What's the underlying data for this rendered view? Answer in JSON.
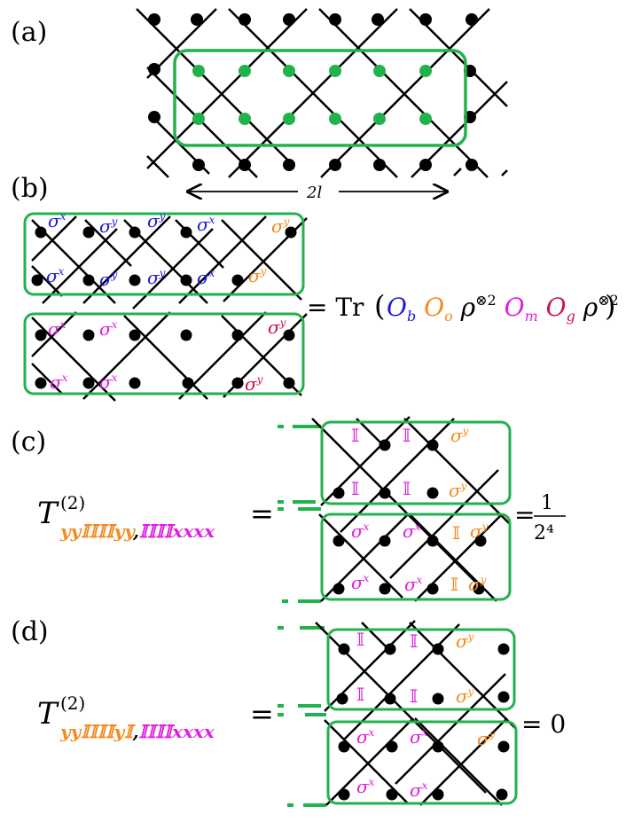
{
  "colors": {
    "black": "#000000",
    "green": "#22b24c",
    "blue": "#1c1cd8",
    "orange": "#f28a1e",
    "magenta": "#e01ee0",
    "crimson": "#c8145a"
  },
  "panel_a": {
    "label": "(a)",
    "span_label": "2l"
  },
  "panel_b": {
    "label": "(b)",
    "top_box_sigmas": [
      "σ",
      "σ",
      "σ",
      "σ",
      "σ",
      "σ",
      "σ",
      "σ",
      "σ",
      "σ"
    ],
    "eq_prefix": "= Tr",
    "terms": [
      "O",
      "O",
      "ρ",
      "O",
      "O",
      "ρ"
    ],
    "term_subs": [
      "b",
      "o",
      "",
      "m",
      "g",
      ""
    ],
    "tensor_power": "⊗2"
  },
  "panel_c": {
    "label": "(c)",
    "T": "T",
    "T_sup": "(2)",
    "sub_orange": "yy𝕀𝕀𝕀𝕀yy",
    "sub_comma": ",",
    "sub_magenta": "𝕀𝕀𝕀𝕀xxxx",
    "equals": "=",
    "result_prefix": "=",
    "numerator": "1",
    "denominator": "2⁴"
  },
  "panel_d": {
    "label": "(d)",
    "T": "T",
    "T_sup": "(2)",
    "sub_orange": "yy𝕀𝕀𝕀𝕀y𝕀",
    "sub_comma": ",",
    "sub_magenta": "𝕀𝕀𝕀𝕀xxxx",
    "equals": "=",
    "result": "= 0"
  },
  "ops": {
    "sigma": "σ",
    "x": "x",
    "y": "y",
    "identity": "𝕀"
  }
}
